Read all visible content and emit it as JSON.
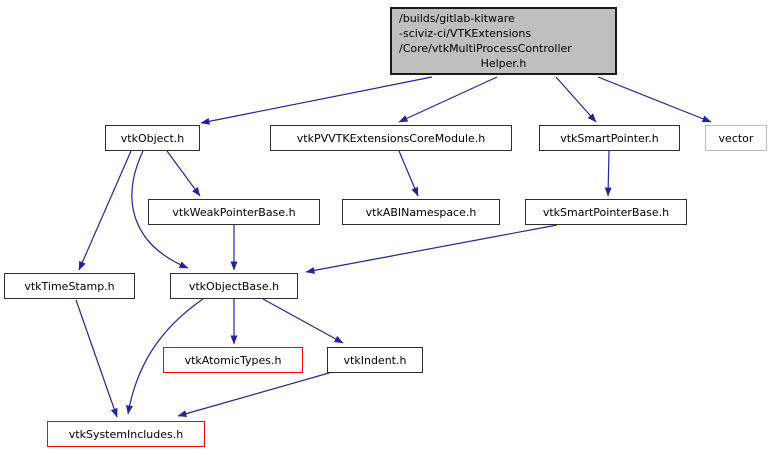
{
  "diagram": {
    "type": "include-dependency-graph",
    "main_node": {
      "id": "main",
      "lines": [
        "/builds/gitlab-kitware",
        "-sciviz-ci/VTKExtensions",
        "/Core/vtkMultiProcessController",
        "Helper.h"
      ]
    },
    "nodes": [
      {
        "id": "vtkobject",
        "label": "vtkObject.h",
        "style": "normal"
      },
      {
        "id": "pvvtkextcoremodule",
        "label": "vtkPVVTKExtensionsCoreModule.h",
        "style": "normal"
      },
      {
        "id": "vtksmartpointer",
        "label": "vtkSmartPointer.h",
        "style": "normal"
      },
      {
        "id": "vector",
        "label": "vector",
        "style": "external"
      },
      {
        "id": "vtkweakpointerbase",
        "label": "vtkWeakPointerBase.h",
        "style": "normal"
      },
      {
        "id": "vtkabinamespace",
        "label": "vtkABINamespace.h",
        "style": "normal"
      },
      {
        "id": "vtksmartpointerbase",
        "label": "vtkSmartPointerBase.h",
        "style": "normal"
      },
      {
        "id": "vtktimestamp",
        "label": "vtkTimeStamp.h",
        "style": "normal"
      },
      {
        "id": "vtkobjectbase",
        "label": "vtkObjectBase.h",
        "style": "normal"
      },
      {
        "id": "vtkatomictypes",
        "label": "vtkAtomicTypes.h",
        "style": "truncated"
      },
      {
        "id": "vtkindent",
        "label": "vtkIndent.h",
        "style": "truncated-red-border"
      },
      {
        "id": "vtksystemincludes",
        "label": "vtkSystemIncludes.h",
        "style": "truncated"
      }
    ],
    "edges": [
      {
        "from": "main",
        "to": "vtkobject"
      },
      {
        "from": "main",
        "to": "pvvtkextcoremodule"
      },
      {
        "from": "main",
        "to": "vtksmartpointer"
      },
      {
        "from": "main",
        "to": "vector"
      },
      {
        "from": "vtkobject",
        "to": "vtktimestamp"
      },
      {
        "from": "vtkobject",
        "to": "vtkweakpointerbase"
      },
      {
        "from": "vtkobject",
        "to": "vtkobjectbase"
      },
      {
        "from": "pvvtkextcoremodule",
        "to": "vtkabinamespace"
      },
      {
        "from": "vtksmartpointer",
        "to": "vtksmartpointerbase"
      },
      {
        "from": "vtkweakpointerbase",
        "to": "vtkobjectbase"
      },
      {
        "from": "vtksmartpointerbase",
        "to": "vtkobjectbase"
      },
      {
        "from": "vtkobjectbase",
        "to": "vtkatomictypes"
      },
      {
        "from": "vtkobjectbase",
        "to": "vtkindent"
      },
      {
        "from": "vtkobjectbase",
        "to": "vtksystemincludes"
      },
      {
        "from": "vtktimestamp",
        "to": "vtksystemincludes"
      },
      {
        "from": "vtkindent",
        "to": "vtksystemincludes"
      }
    ],
    "colors": {
      "edge": "#24249a",
      "main_fill": "#bfbfbf",
      "node_border": "#2e2e2e",
      "external_border": "#bdbdbd",
      "truncated_border": "#ff0000",
      "background": "#ffffff"
    }
  }
}
